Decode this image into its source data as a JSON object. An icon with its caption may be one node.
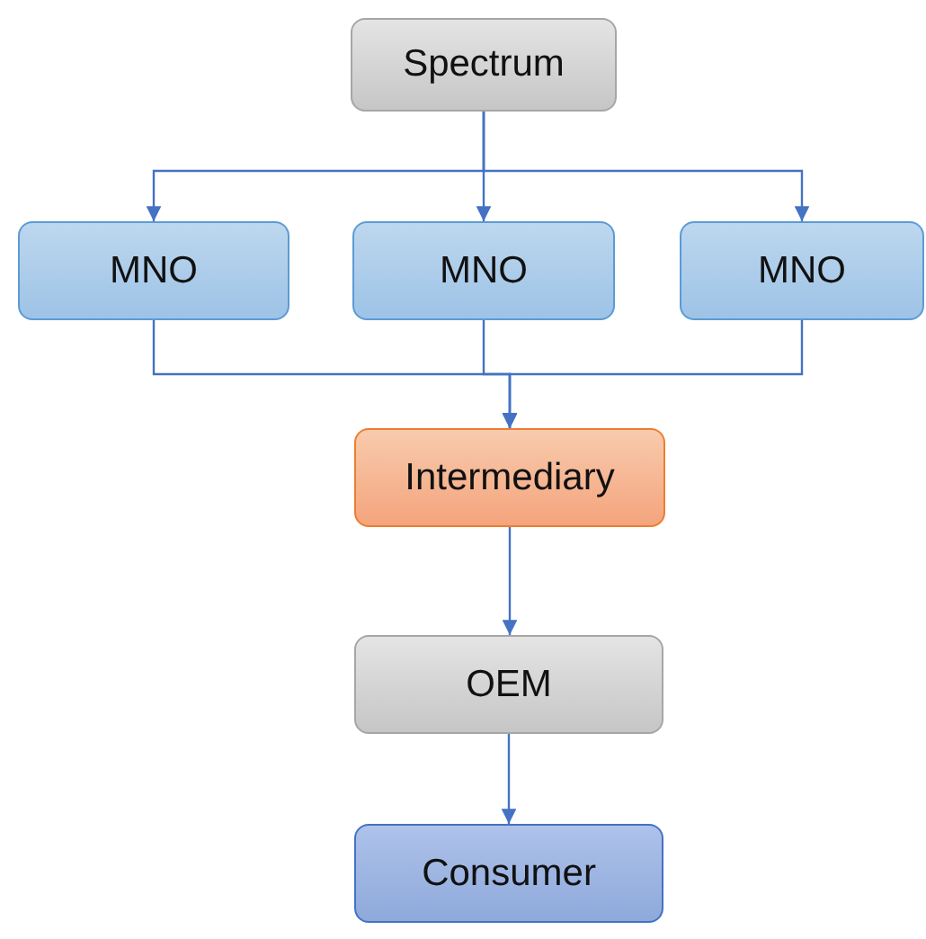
{
  "diagram": {
    "nodes": [
      {
        "text": [
          "Spectrum"
        ]
      },
      {
        "text": [
          "MNO"
        ]
      },
      {
        "text": [
          "MNO"
        ]
      },
      {
        "text": [
          "MNO"
        ]
      },
      {
        "text": [
          "Intermediary"
        ]
      },
      {
        "text": [
          "OEM"
        ]
      },
      {
        "text": [
          "Consumer"
        ]
      }
    ],
    "edges": [
      {
        "from": 0,
        "to": 1,
        "arrow": "to"
      },
      {
        "from": 0,
        "to": 2,
        "arrow": "to"
      },
      {
        "from": 0,
        "to": 3,
        "arrow": "to"
      },
      {
        "from": 1,
        "to": 4,
        "arrow": "to"
      },
      {
        "from": 2,
        "to": 4,
        "arrow": "to"
      },
      {
        "from": 3,
        "to": 4,
        "arrow": "to"
      },
      {
        "from": 4,
        "to": 5,
        "arrow": "to"
      },
      {
        "from": 5,
        "to": 6,
        "arrow": "to"
      }
    ]
  }
}
